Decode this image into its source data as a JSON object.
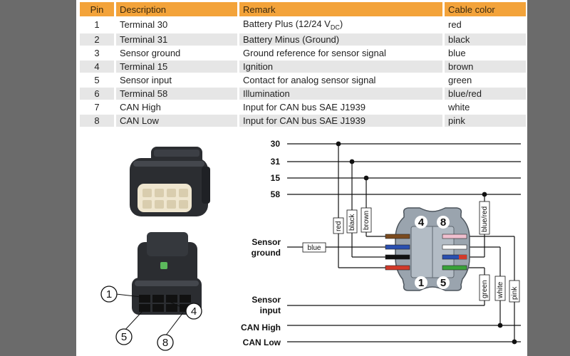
{
  "table": {
    "headers": [
      "Pin",
      "Description",
      "Remark",
      "Cable color"
    ],
    "rows": [
      {
        "pin": "1",
        "description": "Terminal 30",
        "remark_pre": "Battery Plus (12/24 V",
        "remark_sub": "DC",
        "remark_post": ")",
        "color": "red"
      },
      {
        "pin": "2",
        "description": "Terminal 31",
        "remark": "Battery Minus (Ground)",
        "color": "black"
      },
      {
        "pin": "3",
        "description": "Sensor ground",
        "remark": "Ground reference for sensor signal",
        "color": "blue"
      },
      {
        "pin": "4",
        "description": "Terminal 15",
        "remark": "Ignition",
        "color": "brown"
      },
      {
        "pin": "5",
        "description": "Sensor input",
        "remark": "Contact for analog sensor signal",
        "color": "green"
      },
      {
        "pin": "6",
        "description": "Terminal  58",
        "remark": "Illumination",
        "color": "blue/red"
      },
      {
        "pin": "7",
        "description": "CAN High",
        "remark": "Input for CAN bus SAE J1939",
        "color": "white"
      },
      {
        "pin": "8",
        "description": "CAN Low",
        "remark": "Input for CAN bus SAE J1939",
        "color": "pink"
      }
    ]
  },
  "photo": {
    "callouts": [
      "1",
      "4",
      "5",
      "8"
    ]
  },
  "diagram": {
    "bus_labels": {
      "t30": "30",
      "t31": "31",
      "t15": "15",
      "t58": "58"
    },
    "sensor_ground": [
      "Sensor",
      "ground"
    ],
    "sensor_input": [
      "Sensor",
      "input"
    ],
    "can_high": "CAN High",
    "can_low": "CAN Low",
    "wire_labels": {
      "red": "red",
      "black": "black",
      "brown": "brown",
      "blue": "blue",
      "blue_red": "blue/red",
      "green": "green",
      "white": "white",
      "pink": "pink"
    },
    "connector_numbers": {
      "n4": "4",
      "n8": "8",
      "n1": "1",
      "n5": "5"
    }
  },
  "colors": {
    "background_side": "#6b6b6b",
    "header_orange": "#f3a33a",
    "row_shade": "#e6e6e6",
    "connector_body": "#2b2d31",
    "connector_insert": "#efe6cf"
  }
}
